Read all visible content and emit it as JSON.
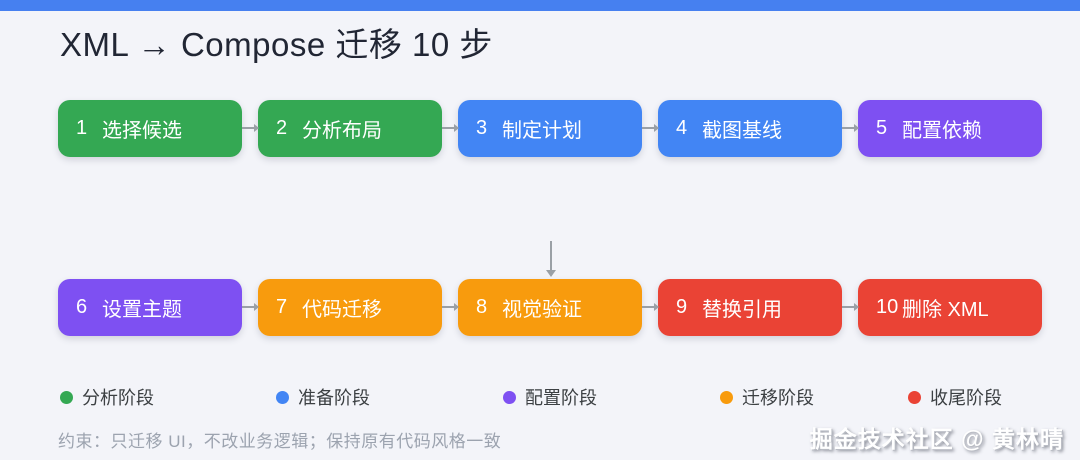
{
  "page": {
    "title": "XML → Compose 迁移 10 步",
    "constraint": "约束：只迁移 UI，不改业务逻辑；保持原有代码风格一致",
    "watermark": "掘金技术社区 @ 黄林晴"
  },
  "colors": {
    "topbar": "#4680F0",
    "green": "#34A853",
    "blue": "#4285F4",
    "purple": "#7E50F2",
    "orange": "#F89B0D",
    "red": "#EA4335",
    "connector": "#9AA0A6"
  },
  "steps": {
    "row1": [
      {
        "num": "1",
        "label": "选择候选",
        "phase": "分析阶段"
      },
      {
        "num": "2",
        "label": "分析布局",
        "phase": "分析阶段"
      },
      {
        "num": "3",
        "label": "制定计划",
        "phase": "准备阶段"
      },
      {
        "num": "4",
        "label": "截图基线",
        "phase": "准备阶段"
      },
      {
        "num": "5",
        "label": "配置依赖",
        "phase": "配置阶段"
      }
    ],
    "row2": [
      {
        "num": "6",
        "label": "设置主题",
        "phase": "配置阶段"
      },
      {
        "num": "7",
        "label": "代码迁移",
        "phase": "迁移阶段"
      },
      {
        "num": "8",
        "label": "视觉验证",
        "phase": "迁移阶段"
      },
      {
        "num": "9",
        "label": "替换引用",
        "phase": "收尾阶段"
      },
      {
        "num": "10",
        "label": "删除 XML",
        "phase": "收尾阶段"
      }
    ]
  },
  "legend": [
    {
      "label": "分析阶段",
      "color": "#34A853"
    },
    {
      "label": "准备阶段",
      "color": "#4285F4"
    },
    {
      "label": "配置阶段",
      "color": "#7E50F2"
    },
    {
      "label": "迁移阶段",
      "color": "#F89B0D"
    },
    {
      "label": "收尾阶段",
      "color": "#EA4335"
    }
  ]
}
